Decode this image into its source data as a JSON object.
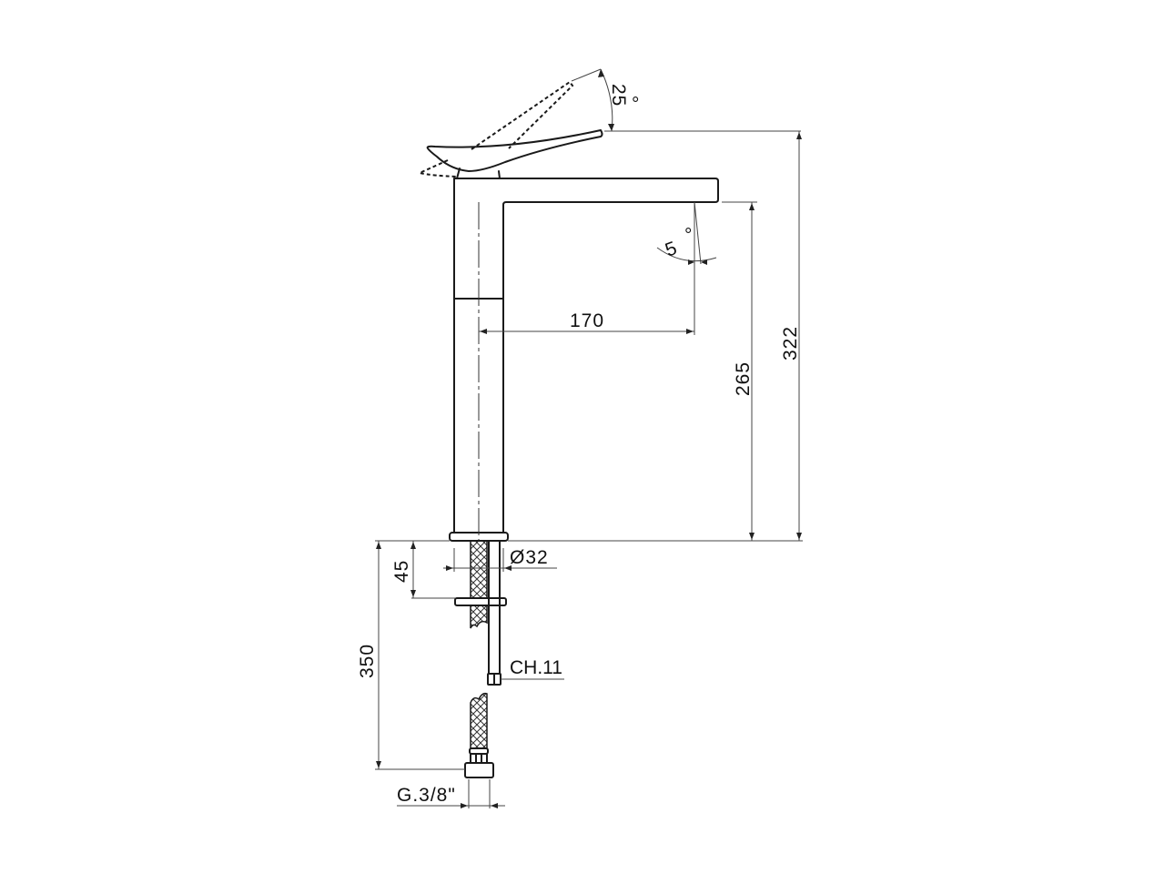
{
  "drawing": {
    "subject": "Tall basin mixer faucet - side elevation technical drawing",
    "stroke_color": "#1a1a1a",
    "background": "#ffffff"
  },
  "dimensions": {
    "lever_angle": {
      "value": "25",
      "unit": "°"
    },
    "spout_angle": {
      "value": "5",
      "unit": "°"
    },
    "spout_reach": {
      "value": "170"
    },
    "spout_height": {
      "value": "265"
    },
    "total_height": {
      "value": "322"
    },
    "deck_thickness": {
      "value": "45"
    },
    "body_diameter": {
      "value": "Ø32"
    },
    "hose_length": {
      "value": "350"
    },
    "hex_key": {
      "value": "CH.11"
    },
    "connection_thread": {
      "value": "G.3/8\""
    }
  }
}
